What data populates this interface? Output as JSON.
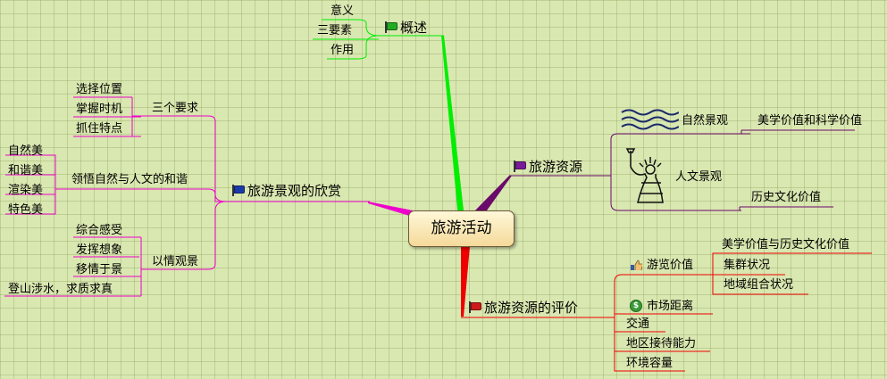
{
  "root": {
    "label": "旅游活动"
  },
  "overview": {
    "label": "概述",
    "items": [
      "意义",
      "三要素",
      "作用"
    ]
  },
  "appreciation": {
    "label": "旅游景观的欣赏",
    "groups": [
      {
        "label": "三个要求",
        "items": [
          "选择位置",
          "掌握时机",
          "抓住特点"
        ]
      },
      {
        "label": "领悟自然与人文的和谐",
        "items": [
          "自然美",
          "和谐美",
          "渲染美",
          "特色美"
        ]
      },
      {
        "label": "以情观景",
        "items": [
          "综合感受",
          "发挥想象",
          "移情于景",
          "登山涉水，求质求真"
        ]
      }
    ]
  },
  "resources": {
    "label": "旅游资源",
    "natural": {
      "label": "自然景观",
      "value": "美学价值和科学价值"
    },
    "cultural": {
      "label": "人文景观",
      "value": "历史文化价值"
    }
  },
  "evaluation": {
    "label": "旅游资源的评价",
    "sightseeing": {
      "label": "游览价值",
      "items": [
        "美学价值与历史文化价值",
        "集群状况",
        "地域组合状况"
      ]
    },
    "distance": {
      "label": "市场距离"
    },
    "others": [
      "交通",
      "地区接待能力",
      "环境容量"
    ]
  },
  "icons": {
    "overview": "green-flag-icon",
    "appreciation": "blue-flag-icon",
    "resources": "purple-flag-icon",
    "evaluation": "red-flag-icon",
    "natural": "water-waves-icon",
    "cultural": "statue-of-liberty-icon",
    "sightseeing": "thumbs-up-icon",
    "distance": "dollar-coin-icon"
  },
  "colors": {
    "background": "#d9e7b1",
    "overview": "#00ee00",
    "appreciation": "#ee00cc",
    "resources": "#6a0a6a",
    "evaluation": "#ee0000"
  }
}
